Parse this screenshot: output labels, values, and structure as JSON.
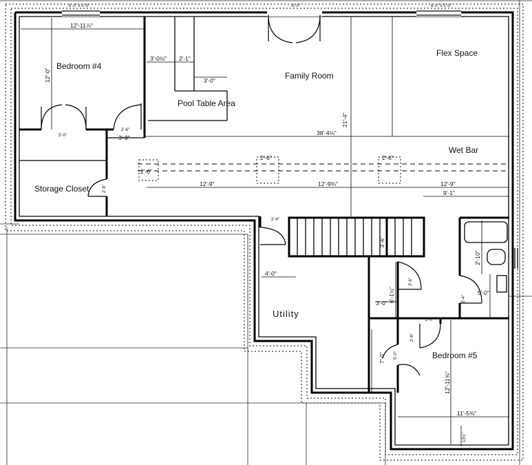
{
  "rooms": {
    "bedroom4": "Bedroom #4",
    "pool_table": "Pool Table Area",
    "family_room": "Family Room",
    "flex_space": "Flex Space",
    "wet_bar": "Wet Bar",
    "storage_closet": "Storage Closet",
    "utility": "Utility",
    "bedroom5": "Bedroom #5"
  },
  "dimensions": {
    "top_left": "6'-0\" x 5'-0\"",
    "top_mid": "6'-0\"",
    "top_right": "6'-0\" x 5'-0\"",
    "bed4_width": "12'-11⅞\"",
    "bed4_height": "12'-0\"",
    "pool_a": "3'-0⅛\"",
    "pool_b": "2'-1\"",
    "pool_c": "3'-0\"",
    "closet_door": "5'-0\"",
    "hall_a": "2'-6\"",
    "hall_b": "3'-9\"",
    "fam_height": "21'-4\"",
    "fam_width": "38'-4⅛\"",
    "post_a": "2'-6\"",
    "post_b": "2'-6\"",
    "post_c": "2'-6\"",
    "span_a": "12'-9\"",
    "span_b": "12'-9⅜\"",
    "span_c": "12'-9\"",
    "span_d": "9'-1\"",
    "storage_door": "2'-8\"",
    "stair_door": "2'-6\"",
    "stair_depth": "3'-6\"",
    "bath_a": "2'-10\"",
    "bath_b": "5'-0\"",
    "bath_door": "2'-4\"",
    "utility_a": "4'-0\"",
    "utility_b": "6'-1½\"",
    "utility_c": "3'-0\"",
    "utility_d": "2'-0\"",
    "util_door": "2'-6\"",
    "bed5_door": "2'-6\"",
    "closet5_a": "7'-0\"",
    "closet5_b": "5'-0\"",
    "bed5_height": "12'-11⅝\"",
    "bed5_width": "11'-5⅜\"",
    "bed5_bottom": "13½\""
  }
}
